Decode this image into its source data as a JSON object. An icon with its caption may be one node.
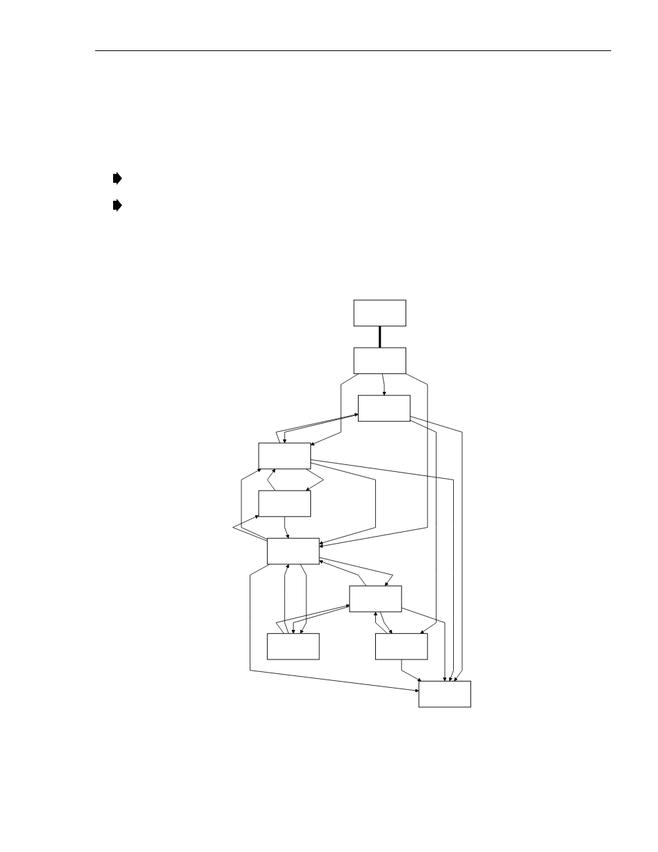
{
  "diagram": {
    "nodes": [
      {
        "text": [],
        "shape": "box"
      },
      {
        "text": [],
        "shape": "box"
      },
      {
        "text": [],
        "shape": "box"
      },
      {
        "text": [],
        "shape": "box"
      },
      {
        "text": [],
        "shape": "box"
      },
      {
        "text": [],
        "shape": "box"
      },
      {
        "text": [],
        "shape": "box"
      },
      {
        "text": [],
        "shape": "box"
      },
      {
        "text": [],
        "shape": "box"
      },
      {
        "text": [],
        "shape": "box"
      }
    ],
    "edges": [
      {
        "from": 0,
        "to": 1,
        "arrow": "none",
        "style": "thick"
      },
      {
        "from": 1,
        "to": 2,
        "arrow": "to"
      },
      {
        "from": 1,
        "to": 3,
        "arrow": "to"
      },
      {
        "from": 1,
        "to": 5,
        "arrow": "to"
      },
      {
        "from": 2,
        "to": 3,
        "arrow": "to"
      },
      {
        "from": 3,
        "to": 2,
        "arrow": "to"
      },
      {
        "from": 3,
        "to": 4,
        "arrow": "to"
      },
      {
        "from": 4,
        "to": 3,
        "arrow": "to"
      },
      {
        "from": 2,
        "to": 6,
        "arrow": "to"
      },
      {
        "from": 2,
        "to": 9,
        "arrow": "to"
      },
      {
        "from": 3,
        "to": 9,
        "arrow": "to"
      },
      {
        "from": 3,
        "to": 5,
        "arrow": "to"
      },
      {
        "from": 4,
        "to": 5,
        "arrow": "to"
      },
      {
        "from": 7,
        "to": 5,
        "arrow": "to"
      },
      {
        "from": 8,
        "to": 5,
        "arrow": "to"
      },
      {
        "from": 5,
        "to": 3,
        "arrow": "to"
      },
      {
        "from": 5,
        "to": 7,
        "arrow": "to"
      },
      {
        "from": 5,
        "to": 4,
        "arrow": "to"
      },
      {
        "from": 5,
        "to": 8,
        "arrow": "to"
      },
      {
        "from": 6,
        "to": 7,
        "arrow": "to"
      },
      {
        "from": 7,
        "to": 6,
        "arrow": "to"
      },
      {
        "from": 7,
        "to": 8,
        "arrow": "to"
      },
      {
        "from": 8,
        "to": 7,
        "arrow": "to"
      },
      {
        "from": 7,
        "to": 9,
        "arrow": "to"
      },
      {
        "from": 6,
        "to": 9,
        "arrow": "to"
      },
      {
        "from": 5,
        "to": 9,
        "arrow": "to"
      }
    ]
  }
}
